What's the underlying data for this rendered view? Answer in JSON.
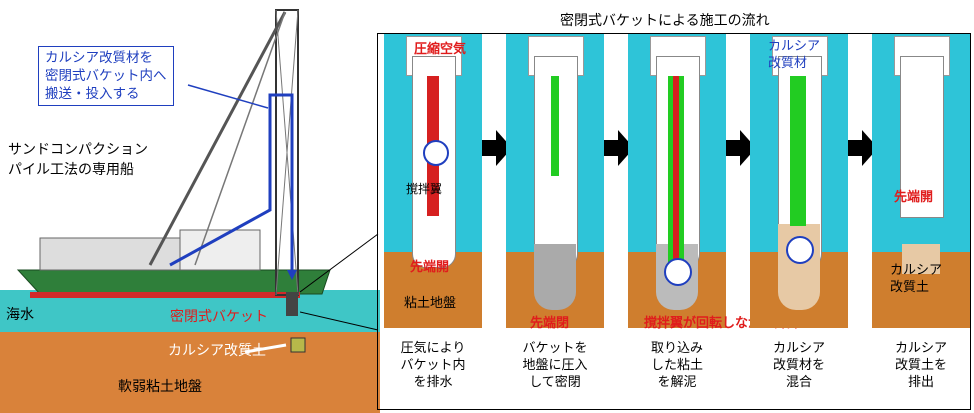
{
  "left": {
    "callout_text": "カルシア改質材を\n密閉式バケット内へ\n搬送・投入する",
    "ship_label": "サンドコンパクション\nパイル工法の専用船",
    "sea_label": "海水",
    "bucket_label": "密閉式バケット",
    "improved_soil_label": "カルシア改質土",
    "seabed_label": "軟弱粘土地盤"
  },
  "right": {
    "title": "密閉式バケットによる施工の流れ",
    "panel_labels": {
      "compressed_air": "圧縮空気",
      "stirring_blade": "撹拌翼",
      "calcia_material": "カルシア\n改質材",
      "tip_open_1": "先端開",
      "tip_closed": "先端閉",
      "stirring_rise": "撹拌翼が回転しながら昇降",
      "tip_open_2": "先端開",
      "clay_ground": "粘土地盤",
      "calcia_soil": "カルシア\n改質土"
    },
    "captions": [
      "圧気により\nバケット内\nを排水",
      "バケットを\n地盤に圧入\nして密閉",
      "取り込み\nした粘土\nを解泥",
      "カルシア\n改質材を\n混合",
      "カルシア\n改質土を\n排出"
    ]
  },
  "colors": {
    "sea": "#3fc6c6",
    "soil": "#d9823a",
    "callout": "#1f3fbf",
    "red_text": "#e01c1c"
  }
}
